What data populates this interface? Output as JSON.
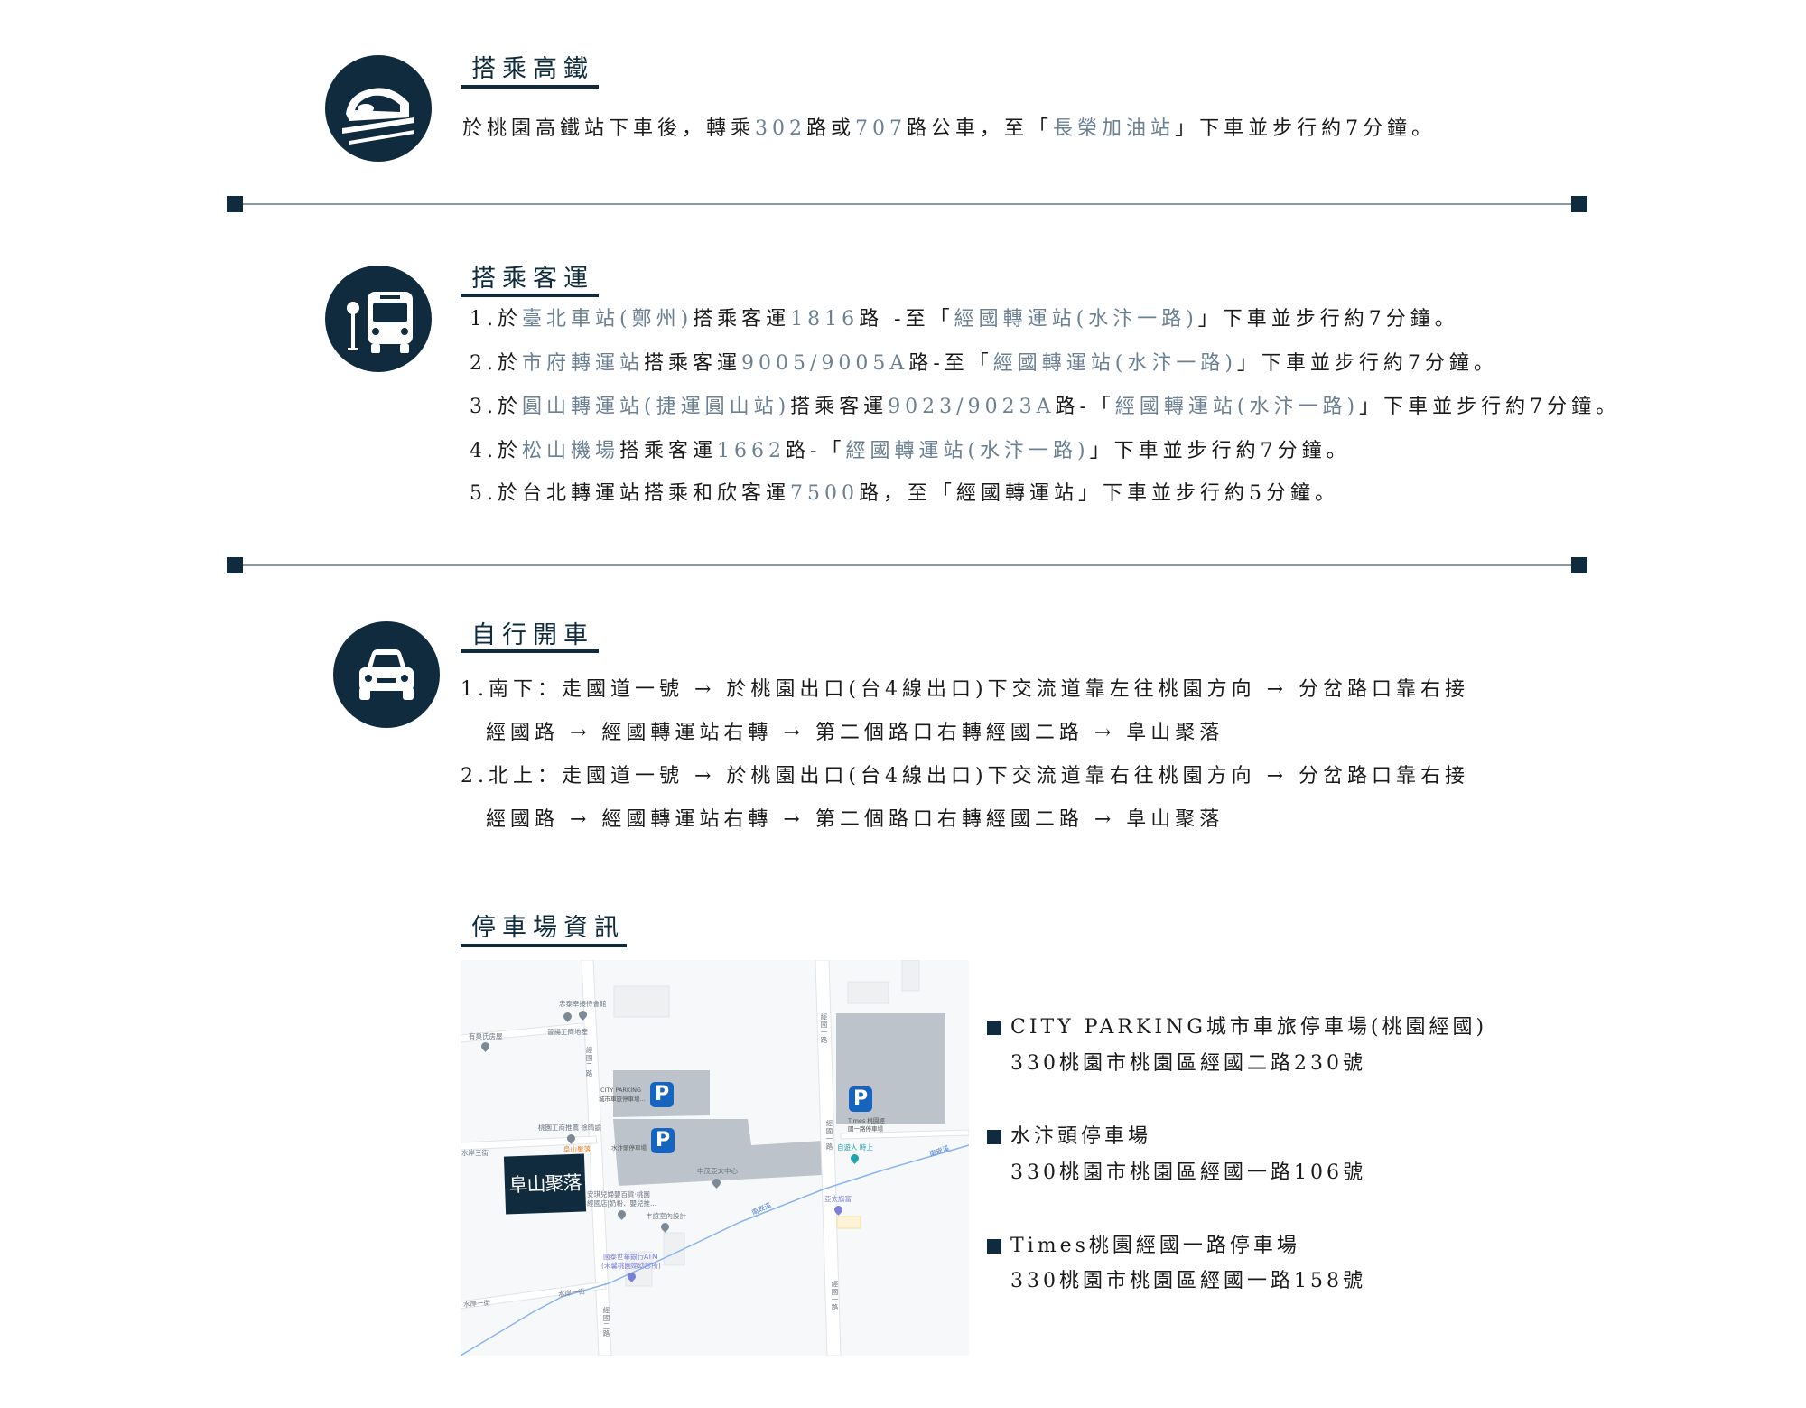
{
  "colors": {
    "navy": "#0f2b3d",
    "highlight": "#6c8093",
    "divider": "#8b9aa7",
    "parking_badge": "#1565c0"
  },
  "hsr": {
    "icon": "train-icon",
    "title": "搭乘高鐵",
    "text": [
      {
        "t": "於桃園高鐵站下車後，轉乘"
      },
      {
        "t": "302",
        "hl": true
      },
      {
        "t": "路或"
      },
      {
        "t": "707",
        "hl": true
      },
      {
        "t": "路公車，至「"
      },
      {
        "t": "長榮加油站",
        "hl": true
      },
      {
        "t": "」下車並步行約7分鐘。"
      }
    ]
  },
  "bus": {
    "icon": "bus-icon",
    "title": "搭乘客運",
    "lines": [
      [
        {
          "t": "1.於"
        },
        {
          "t": "臺北車站(鄭州)",
          "hl": true
        },
        {
          "t": "搭乘客運"
        },
        {
          "t": "1816",
          "hl": true
        },
        {
          "t": "路 -至「"
        },
        {
          "t": "經國轉運站(水汴一路)",
          "hl": true
        },
        {
          "t": "」下車並步行約7分鐘。"
        }
      ],
      [
        {
          "t": "2.於"
        },
        {
          "t": "市府轉運站",
          "hl": true
        },
        {
          "t": "搭乘客運"
        },
        {
          "t": "9005/9005A",
          "hl": true
        },
        {
          "t": "路-至「"
        },
        {
          "t": "經國轉運站(水汴一路)",
          "hl": true
        },
        {
          "t": "」下車並步行約7分鐘。"
        }
      ],
      [
        {
          "t": "3.於"
        },
        {
          "t": "圓山轉運站(捷運圓山站)",
          "hl": true
        },
        {
          "t": "搭乘客運"
        },
        {
          "t": "9023/9023A",
          "hl": true
        },
        {
          "t": "路-「"
        },
        {
          "t": "經國轉運站(水汴一路)",
          "hl": true
        },
        {
          "t": "」下車並步行約7分鐘。"
        }
      ],
      [
        {
          "t": "4.於"
        },
        {
          "t": "松山機場",
          "hl": true
        },
        {
          "t": "搭乘客運"
        },
        {
          "t": "1662",
          "hl": true
        },
        {
          "t": "路-「"
        },
        {
          "t": "經國轉運站(水汴一路)",
          "hl": true
        },
        {
          "t": "」下車並步行約7分鐘。"
        }
      ],
      [
        {
          "t": "5.於台北轉運站搭乘和欣客運"
        },
        {
          "t": "7500",
          "hl": true
        },
        {
          "t": "路，至「經國轉運站」下車並步行約5分鐘。"
        }
      ]
    ]
  },
  "drive": {
    "icon": "car-icon",
    "title": "自行開車",
    "lines": [
      "1.南下：走國道一號 → 於桃園出口(台4線出口)下交流道靠左往桃園方向 → 分岔路口靠右接",
      "經國路 → 經國轉運站右轉 → 第二個路口右轉經國二路 → 阜山聚落",
      "2.北上：走國道一號 → 於桃園出口(台4線出口)下交流道靠右往桃園方向 → 分岔路口靠右接",
      "經國路 → 經國轉運站右轉 → 第二個路口右轉經國二路 → 阜山聚落"
    ]
  },
  "parking": {
    "title": "停車場資訊",
    "items": [
      {
        "name": "CITY PARKING城市車旅停車場(桃園經國)",
        "address": "330桃園市桃園區經國二路230號"
      },
      {
        "name": "水汴頭停車場",
        "address": "330桃園市桃園區經國一路106號"
      },
      {
        "name": "Times桃園經國一路停車場",
        "address": "330桃園市桃園區經國一路158號"
      }
    ],
    "map": {
      "logo": "阜山聚落",
      "parking_glyph": "P",
      "labels": [
        "忠泰幸接待會館",
        "晉揚工商地產",
        "有巢氏房屋",
        "經國二路",
        "CITY PARKING",
        "城市車旅停車場...",
        "桃園工商推薦 徐晴諭",
        "經國一路",
        "Times 桃園經",
        "國一路停車場",
        "水岸三街",
        "阜山聚落",
        "水汴頭停車場",
        "中茂亞太中心",
        "安琪兒婦嬰百貨·桃園",
        "經國店|奶粉、嬰兒推...",
        "丰誼室內設計",
        "國泰世華銀行ATM",
        "(禾馨桃園婦幼診所)",
        "自遊人 時上",
        "南崁溪",
        "亞太旗富",
        "水岸一街",
        "經國二路",
        "經國一路",
        "南崁溪",
        "水岸一街",
        "經國一路"
      ]
    }
  }
}
